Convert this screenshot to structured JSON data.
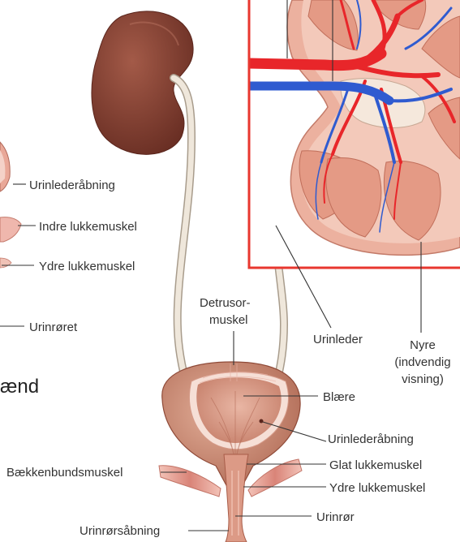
{
  "labels": {
    "urinleder_aabning_left": "Urinlederåbning",
    "indre_lukkemuskel": "Indre lukkemuskel",
    "ydre_lukkemuskel_left": "Ydre lukkemuskel",
    "urinroeret": "Urinrøret",
    "partial_word": "ænd",
    "detrusor_1": "Detrusor-",
    "detrusor_2": "muskel",
    "urinleder": "Urinleder",
    "nyre_1": "Nyre",
    "nyre_2": "(indvendig",
    "nyre_3": "visning)",
    "blaere": "Blære",
    "urinleder_aabning_right": "Urinlederåbning",
    "glat_lukkemuskel": "Glat lukkemuskel",
    "baekkenbundsmuskel": "Bækkenbundsmuskel",
    "ydre_lukkemuskel_right": "Ydre lukkemuskel",
    "urinroer": "Urinrør",
    "urinroersaabning": "Urinrørsåbning"
  },
  "colors": {
    "frame": "#e8372f",
    "kidney": "#7a3b2e",
    "bladder": "#c98972",
    "ureter": "#e6ddd0",
    "artery": "#e8262a",
    "vein": "#2f5bd0",
    "tissue": "#e8a08e"
  }
}
